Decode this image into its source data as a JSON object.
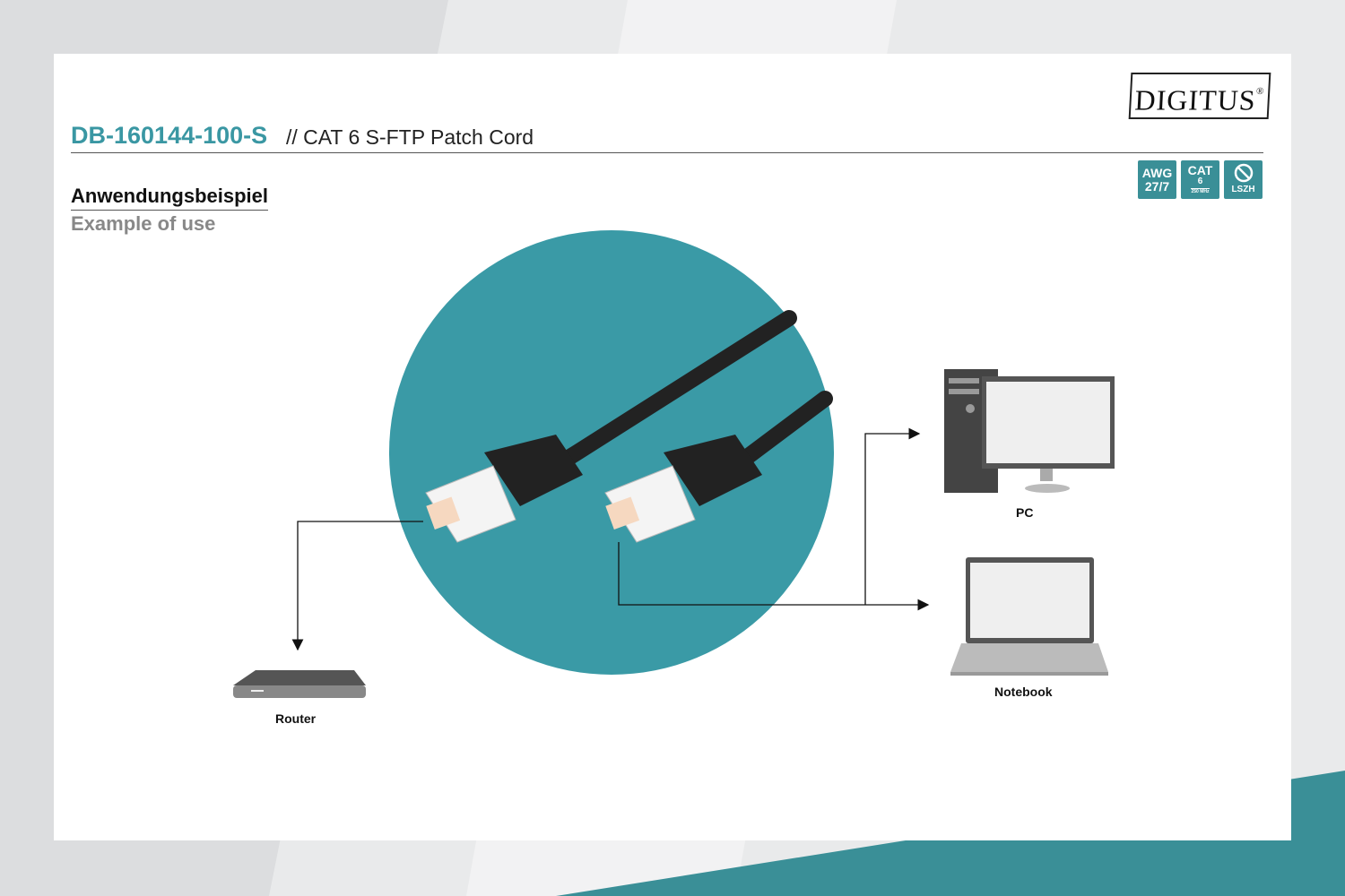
{
  "header": {
    "sku": "DB-160144-100-S",
    "subtitle": "// CAT 6 S-FTP Patch Cord",
    "brand": "DIGITUS",
    "brand_mark": "®"
  },
  "badges": [
    {
      "top": "AWG",
      "bottom": "27/7"
    },
    {
      "top": "CAT",
      "middle": "6",
      "bottom": "250 MHz"
    },
    {
      "icon": "no-halogen-icon",
      "bottom": "LSZH"
    }
  ],
  "section": {
    "title_de": "Anwendungsbeispiel",
    "title_en": "Example of use"
  },
  "devices": {
    "router": "Router",
    "pc": "PC",
    "notebook": "Notebook"
  },
  "colors": {
    "accent": "#3a97a3",
    "circle": "#3a9aa6",
    "cable": "#222222"
  }
}
